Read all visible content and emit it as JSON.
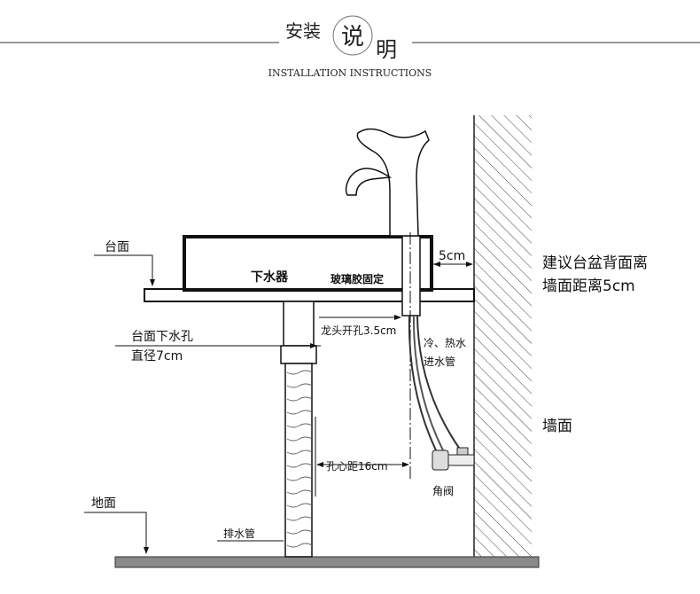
{
  "header": {
    "title_part1": "安装",
    "title_circled": "说",
    "title_part2": "明",
    "subtitle": "INSTALLATION INSTRUCTIONS"
  },
  "labels": {
    "countertop": "台面",
    "drain_fitting": "下水器",
    "glass_glue": "玻璃胶固定",
    "gap": "5cm",
    "recommend_line1": "建议台盆背面离",
    "recommend_line2": "墙面距离5cm",
    "counter_hole_line1": "台面下水孔",
    "counter_hole_line2": "直径7cm",
    "faucet_hole": "龙头开孔3.5cm",
    "inlet_line1": "冷、热水",
    "inlet_line2": "进水管",
    "wall": "墙面",
    "center_distance": "孔心距16cm",
    "angle_valve": "角阀",
    "floor": "地面",
    "drain_pipe": "排水管"
  }
}
